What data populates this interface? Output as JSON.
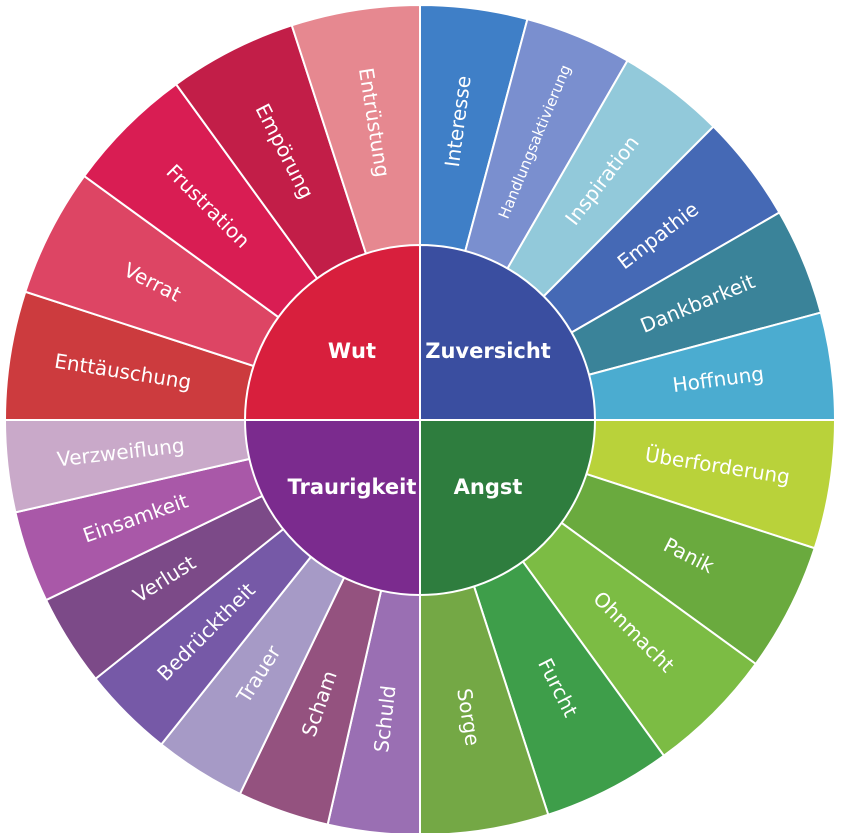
{
  "wheel": {
    "cores": [
      {
        "label": "Zuversicht",
        "color": "#3a4ea0"
      },
      {
        "label": "Angst",
        "color": "#2e7d3e"
      },
      {
        "label": "Traurigkeit",
        "color": "#7b2b8e"
      },
      {
        "label": "Wut",
        "color": "#d81f3d"
      }
    ],
    "segments": [
      {
        "label": "Interesse",
        "color": "#3f7fc7",
        "core": "Zuversicht"
      },
      {
        "label": "Handlungsaktivierung",
        "color": "#7a8fcf",
        "core": "Zuversicht",
        "small": true
      },
      {
        "label": "Inspiration",
        "color": "#92c9da",
        "core": "Zuversicht"
      },
      {
        "label": "Empathie",
        "color": "#4569b5",
        "core": "Zuversicht"
      },
      {
        "label": "Dankbarkeit",
        "color": "#3a8399",
        "core": "Zuversicht"
      },
      {
        "label": "Hoffnung",
        "color": "#4bacd0",
        "core": "Zuversicht"
      },
      {
        "label": "Überforderung",
        "color": "#b9d23a",
        "core": "Angst"
      },
      {
        "label": "Panik",
        "color": "#6aaa3e",
        "core": "Angst"
      },
      {
        "label": "Ohnmacht",
        "color": "#7cbc44",
        "core": "Angst"
      },
      {
        "label": "Furcht",
        "color": "#3e9e4a",
        "core": "Angst"
      },
      {
        "label": "Sorge",
        "color": "#74a845",
        "core": "Angst"
      },
      {
        "label": "Schuld",
        "color": "#9a6fb3",
        "core": "Traurigkeit"
      },
      {
        "label": "Scham",
        "color": "#94527f",
        "core": "Traurigkeit"
      },
      {
        "label": "Trauer",
        "color": "#a69ac6",
        "core": "Traurigkeit"
      },
      {
        "label": "Bedrücktheit",
        "color": "#7659a7",
        "core": "Traurigkeit"
      },
      {
        "label": "Verlust",
        "color": "#7c4a88",
        "core": "Traurigkeit"
      },
      {
        "label": "Einsamkeit",
        "color": "#a958a8",
        "core": "Traurigkeit"
      },
      {
        "label": "Verzweiflung",
        "color": "#c9a9c9",
        "core": "Traurigkeit"
      },
      {
        "label": "Enttäuschung",
        "color": "#cc3b3e",
        "core": "Wut"
      },
      {
        "label": "Verrat",
        "color": "#dd4564",
        "core": "Wut"
      },
      {
        "label": "Frustration",
        "color": "#d91d53",
        "core": "Wut"
      },
      {
        "label": "Empörung",
        "color": "#c21e48",
        "core": "Wut"
      },
      {
        "label": "Entrüstung",
        "color": "#e68890",
        "core": "Wut"
      }
    ]
  }
}
